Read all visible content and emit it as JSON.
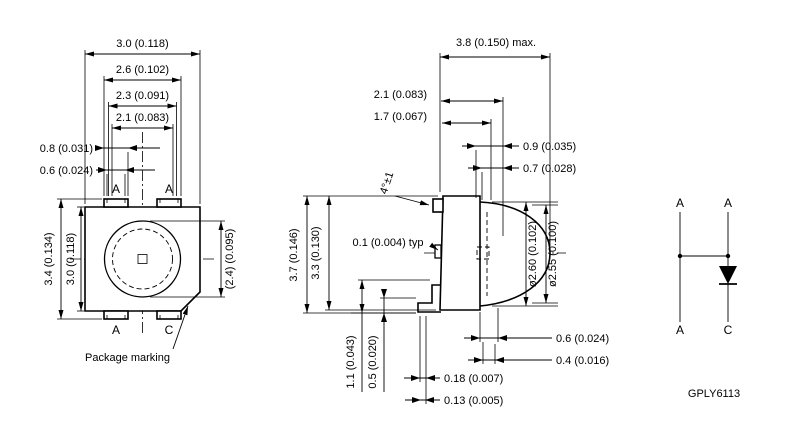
{
  "drawing": {
    "top_view": {
      "pin_top_left": "A",
      "pin_top_right": "A",
      "pin_bottom_left": "A",
      "pin_bottom_right": "C",
      "package_marking": "Package marking",
      "dims": {
        "w30": "3.0 (0.118)",
        "w26": "2.6 (0.102)",
        "w23": "2.3 (0.091)",
        "w21": "2.1 (0.083)",
        "w08": "0.8 (0.031)",
        "w06": "0.6 (0.024)",
        "h34": "3.4 (0.134)",
        "h30": "3.0 (0.118)",
        "d24": "(2.4) (0.095)"
      }
    },
    "side_view": {
      "dims": {
        "depth_max": "3.8 (0.150) max.",
        "w21": "2.1 (0.083)",
        "w17": "1.7 (0.067)",
        "w09": "0.9 (0.035)",
        "w07": "0.7 (0.028)",
        "angle": "4°±1",
        "typ": "0.1 (0.004) typ",
        "h37": "3.7 (0.146)",
        "h33": "3.3 (0.130)",
        "dia260": "ø2.60 (0.102)",
        "dia255": "ø2.55 (0.100)",
        "w06": "0.6 (0.024)",
        "w04": "0.4 (0.016)",
        "t018": "0.18 (0.007)",
        "t013": "0.13 (0.005)",
        "h11": "1.1 (0.043)",
        "h05": "0.5 (0.020)"
      }
    },
    "schematic": {
      "pin_top_left": "A",
      "pin_top_right": "A",
      "pin_bottom_left": "A",
      "pin_bottom_right": "C",
      "part_code": "GPLY6113"
    },
    "colors": {
      "line": "#000000",
      "background": "#ffffff"
    }
  }
}
